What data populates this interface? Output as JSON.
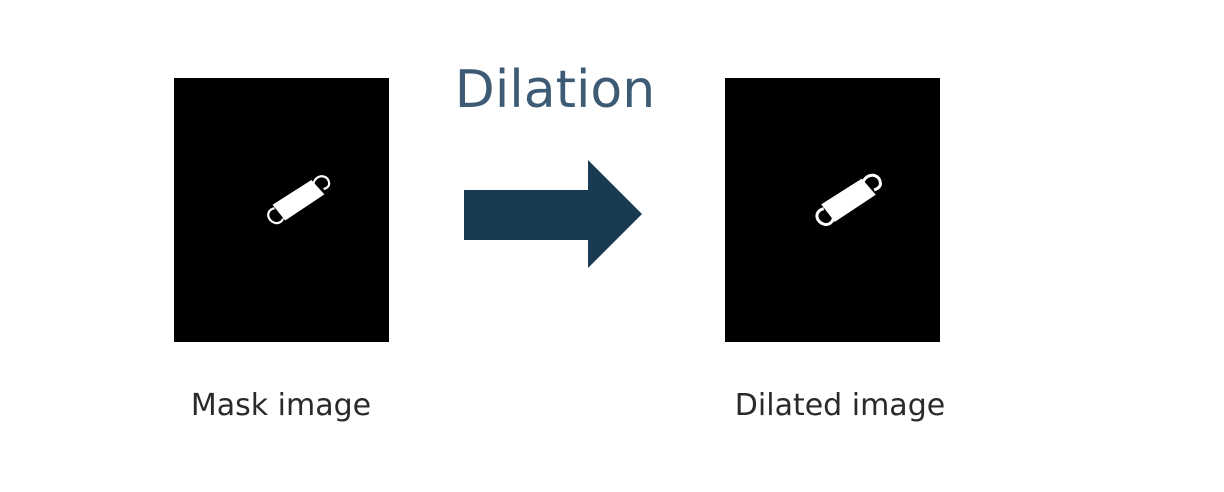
{
  "operation": {
    "title": "Dilation",
    "arrow_color": "#183a52",
    "title_color": "#3d5b74"
  },
  "input_image": {
    "caption": "Mask image",
    "icon": "face-mask-icon"
  },
  "output_image": {
    "caption": "Dilated image",
    "icon": "face-mask-icon"
  }
}
